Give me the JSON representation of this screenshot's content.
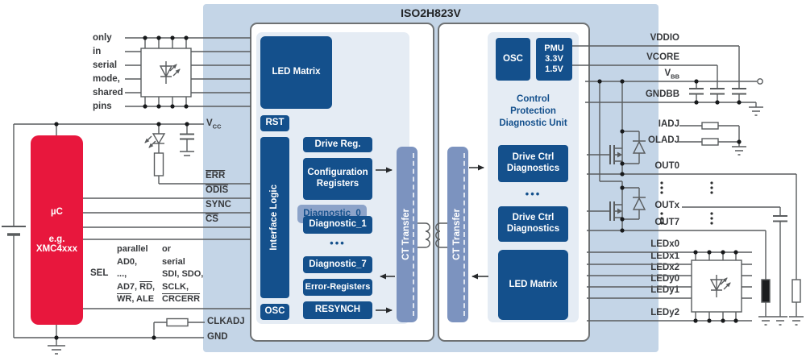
{
  "title": "ISO2H823V",
  "colors": {
    "chip_bg": "#C4D5E7",
    "block_blue": "#14508C",
    "slate": "#7C93BF",
    "uc_red": "#E8173D",
    "wire": "#595C5E",
    "panel": "#E5ECF4"
  },
  "left_area": {
    "note": "only\nin\nserial\nmode,\nshared\npins",
    "vcc_base": "V",
    "vcc_sub": "CC",
    "err": "ERR",
    "odis": "ODIS",
    "sync": "SYNC",
    "cs": "CS",
    "sel": "SEL",
    "parallel": {
      "l1": "parallel",
      "l2": "AD0,",
      "l3": "...,",
      "l4a": "AD7, ",
      "l4b": "RD",
      "l4c": ",",
      "l5a": "WR",
      "l5b": ", ALE"
    },
    "serial": {
      "l1": "or",
      "l2": "serial",
      "l3": "SDI, SDO,",
      "l4": "SCLK,",
      "l5": "CRCERR"
    },
    "clkadj": "CLKADJ",
    "gnd": "GND",
    "uc": {
      "l1": "µC",
      "l2": "e.g.\nXMC4xxx"
    }
  },
  "chip_left": {
    "led_matrix": "LED Matrix",
    "rst": "RST",
    "interface_logic": "Interface Logic",
    "osc": "OSC",
    "drive_reg": "Drive Reg.",
    "config_registers": "Configuration Registers",
    "diag0": "Diagnostic_0",
    "diag1": "Diagnostic_1",
    "ellipsis": "•••",
    "diag7": "Diagnostic_7",
    "error_registers": "Error-Registers",
    "resynch": "RESYNCH",
    "ct_transfer": "CT Transfer"
  },
  "chip_right": {
    "osc": "OSC",
    "pmu1": "PMU",
    "pmu2": "3.3V",
    "pmu3": "1.5V",
    "cpdu": "Control\nProtection\nDiagnostic Unit",
    "drive_ctrl1": "Drive Ctrl Diagnostics",
    "ellipsis": "•••",
    "drive_ctrl2": "Drive Ctrl Diagnostics",
    "led_matrix": "LED Matrix",
    "ct_transfer": "CT Transfer"
  },
  "right_area": {
    "vddio": "VDDIO",
    "vcore": "VCORE",
    "vbb_base": "V",
    "vbb_sub": "BB",
    "gndbb": "GNDBB",
    "iadj": "IADJ",
    "oladj": "OLADJ",
    "out0": "OUT0",
    "outx": "OUTx",
    "out7": "OUT7",
    "ledx0": "LEDx0",
    "ledx1": "LEDx1",
    "ledx2": "LEDx2",
    "ledy0": "LEDy0",
    "ledy1": "LEDy1",
    "ledy2": "LEDy2"
  }
}
